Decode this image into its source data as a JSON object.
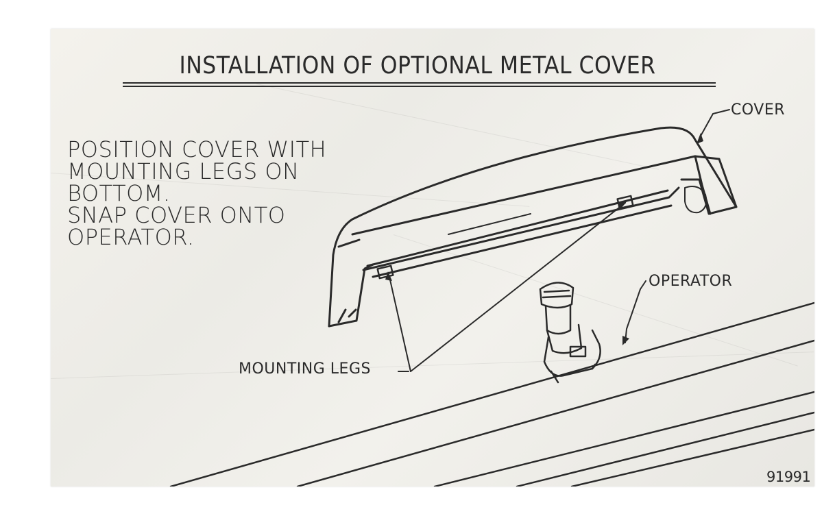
{
  "title": "INSTALLATION OF OPTIONAL METAL COVER",
  "instructions": [
    "POSITION COVER WITH",
    "MOUNTING LEGS ON",
    "BOTTOM.",
    "SNAP COVER ONTO",
    "OPERATOR."
  ],
  "labels": {
    "cover": "COVER",
    "operator": "OPERATOR",
    "mounting_legs": "MOUNTING LEGS"
  },
  "part_number": "91991",
  "colors": {
    "ink": "#2a2a2a",
    "paper": "#f1f0eb"
  }
}
